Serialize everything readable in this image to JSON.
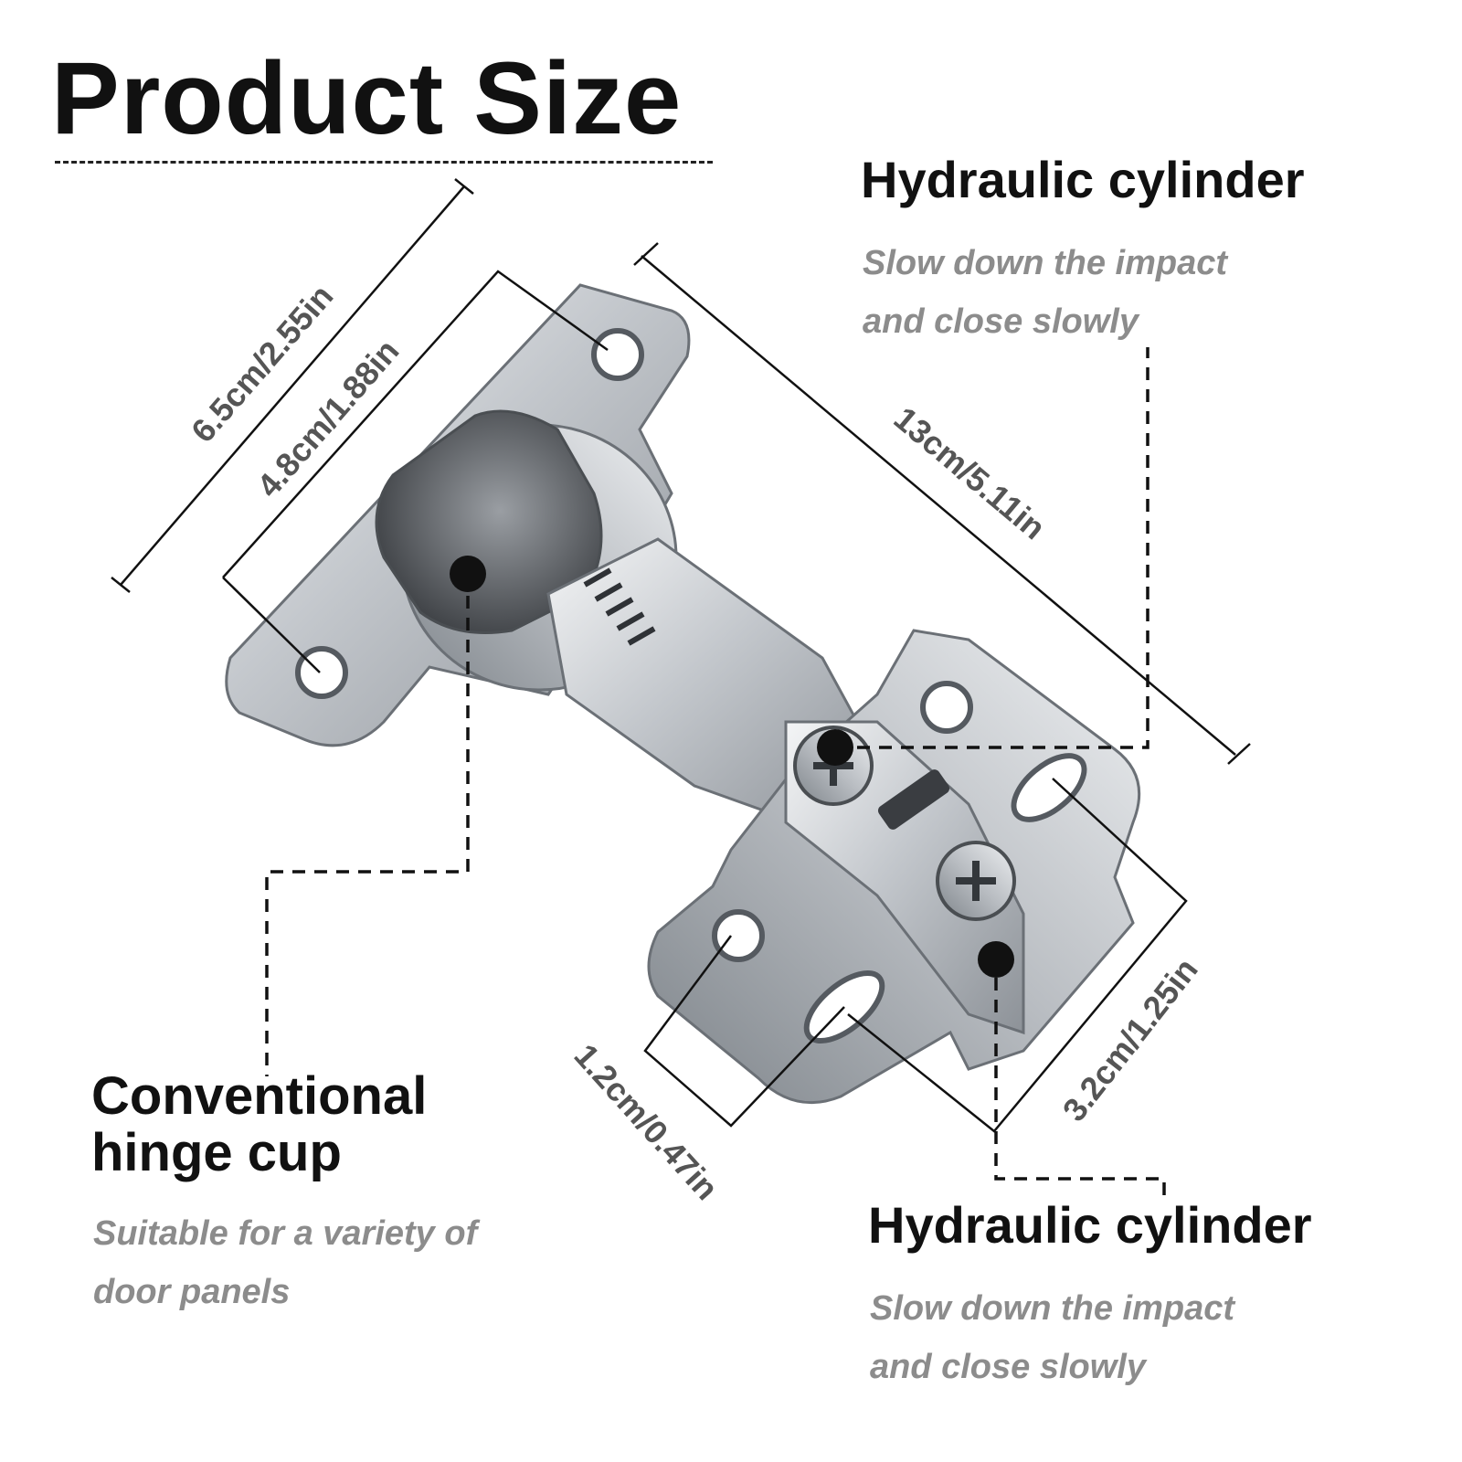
{
  "title": "Product Size",
  "callouts": {
    "top_right": {
      "heading": "Hydraulic cylinder",
      "line1": "Slow down the impact",
      "line2": "and close slowly"
    },
    "bottom_left": {
      "heading_line1": "Conventional",
      "heading_line2": "hinge cup",
      "line1": "Suitable for a variety of",
      "line2": "door panels"
    },
    "bottom_right": {
      "heading": "Hydraulic cylinder",
      "line1": "Slow down the impact",
      "line2": "and close slowly"
    }
  },
  "dimensions": {
    "overall_width": "6.5cm/2.55in",
    "cup_width": "4.8cm/1.88in",
    "length": "13cm/5.11in",
    "hole_spacing": "1.2cm/0.47in",
    "plate_width": "3.2cm/1.25in"
  },
  "colors": {
    "title": "#111111",
    "description": "#8c8c8c",
    "dimension_text": "#555555",
    "metal": "#c9ccd0"
  }
}
